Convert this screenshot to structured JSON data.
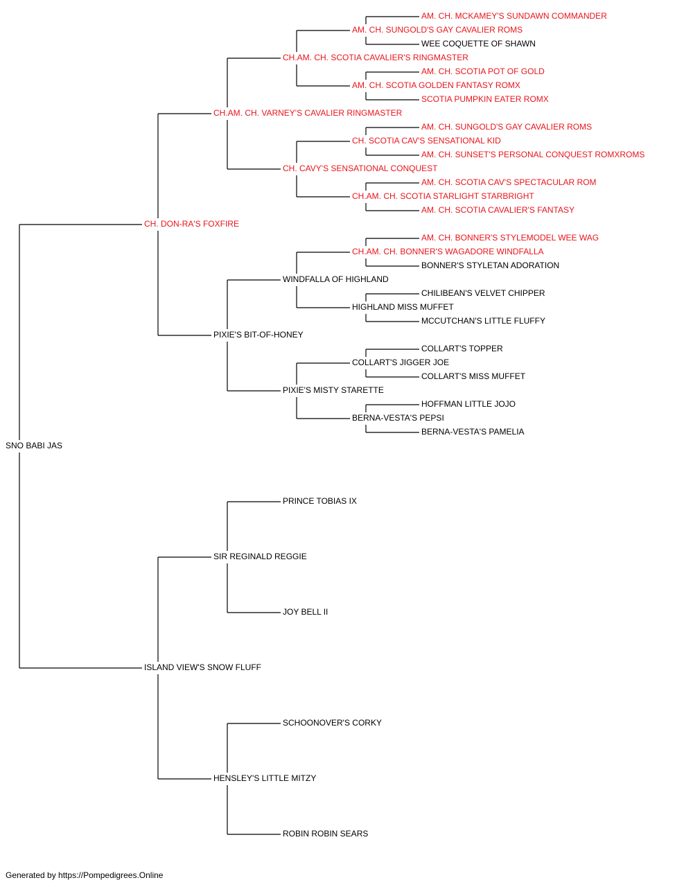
{
  "colors": {
    "champion": "#e8141b",
    "normal": "#000000",
    "line": "#000000"
  },
  "pedigree": {
    "name": "SNO BABI JAS",
    "champion": false,
    "sire": {
      "name": "CH. DON-RA'S FOXFIRE",
      "champion": true,
      "sire": {
        "name": "CH.AM. CH. VARNEY'S CAVALIER RINGMASTER",
        "champion": true,
        "sire": {
          "name": "CH.AM. CH. SCOTIA CAVALIER'S RINGMASTER",
          "champion": true,
          "sire": {
            "name": "AM. CH. SUNGOLD'S GAY CAVALIER ROMS",
            "champion": true,
            "sire": {
              "name": "AM. CH. MCKAMEY'S SUNDAWN COMMANDER",
              "champion": true
            },
            "dam": {
              "name": "WEE COQUETTE OF SHAWN",
              "champion": false
            }
          },
          "dam": {
            "name": "AM. CH. SCOTIA GOLDEN FANTASY ROMX",
            "champion": true,
            "sire": {
              "name": "AM. CH. SCOTIA POT OF GOLD",
              "champion": true
            },
            "dam": {
              "name": "SCOTIA PUMPKIN EATER ROMX",
              "champion": true
            }
          }
        },
        "dam": {
          "name": "CH. CAVY'S SENSATIONAL CONQUEST",
          "champion": true,
          "sire": {
            "name": "CH. SCOTIA CAV'S SENSATIONAL KID",
            "champion": true,
            "sire": {
              "name": "AM. CH. SUNGOLD'S GAY CAVALIER ROMS",
              "champion": true
            },
            "dam": {
              "name": "AM. CH. SUNSET'S PERSONAL CONQUEST ROMXROMS",
              "champion": true
            }
          },
          "dam": {
            "name": "CH.AM. CH. SCOTIA STARLIGHT STARBRIGHT",
            "champion": true,
            "sire": {
              "name": "AM. CH. SCOTIA CAV'S SPECTACULAR ROM",
              "champion": true
            },
            "dam": {
              "name": "AM. CH. SCOTIA CAVALIER'S FANTASY",
              "champion": true
            }
          }
        }
      },
      "dam": {
        "name": "PIXIE'S BIT-OF-HONEY",
        "champion": false,
        "sire": {
          "name": "WINDFALLA OF HIGHLAND",
          "champion": false,
          "sire": {
            "name": "CH.AM. CH. BONNER'S WAGADORE WINDFALLA",
            "champion": true,
            "sire": {
              "name": "AM. CH. BONNER'S STYLEMODEL WEE WAG",
              "champion": true
            },
            "dam": {
              "name": "BONNER'S STYLETAN ADORATION",
              "champion": false
            }
          },
          "dam": {
            "name": "HIGHLAND MISS MUFFET",
            "champion": false,
            "sire": {
              "name": "CHILIBEAN'S VELVET CHIPPER",
              "champion": false
            },
            "dam": {
              "name": "MCCUTCHAN'S LITTLE FLUFFY",
              "champion": false
            }
          }
        },
        "dam": {
          "name": "PIXIE'S MISTY STARETTE",
          "champion": false,
          "sire": {
            "name": "COLLART'S JIGGER JOE",
            "champion": false,
            "sire": {
              "name": "COLLART'S TOPPER",
              "champion": false
            },
            "dam": {
              "name": "COLLART'S MISS MUFFET",
              "champion": false
            }
          },
          "dam": {
            "name": "BERNA-VESTA'S PEPSI",
            "champion": false,
            "sire": {
              "name": "HOFFMAN LITTLE JOJO",
              "champion": false
            },
            "dam": {
              "name": "BERNA-VESTA'S PAMELIA",
              "champion": false
            }
          }
        }
      }
    },
    "dam": {
      "name": "ISLAND VIEW'S SNOW FLUFF",
      "champion": false,
      "sire": {
        "name": "SIR REGINALD REGGIE",
        "champion": false,
        "sire": {
          "name": "PRINCE TOBIAS IX",
          "champion": false
        },
        "dam": {
          "name": "JOY BELL II",
          "champion": false
        }
      },
      "dam": {
        "name": "HENSLEY'S LITTLE MITZY",
        "champion": false,
        "sire": {
          "name": "SCHOONOVER'S CORKY",
          "champion": false
        },
        "dam": {
          "name": "ROBIN ROBIN SEARS",
          "champion": false
        }
      }
    }
  },
  "footer": {
    "text": "Generated by https://Pompedigrees.Online"
  }
}
